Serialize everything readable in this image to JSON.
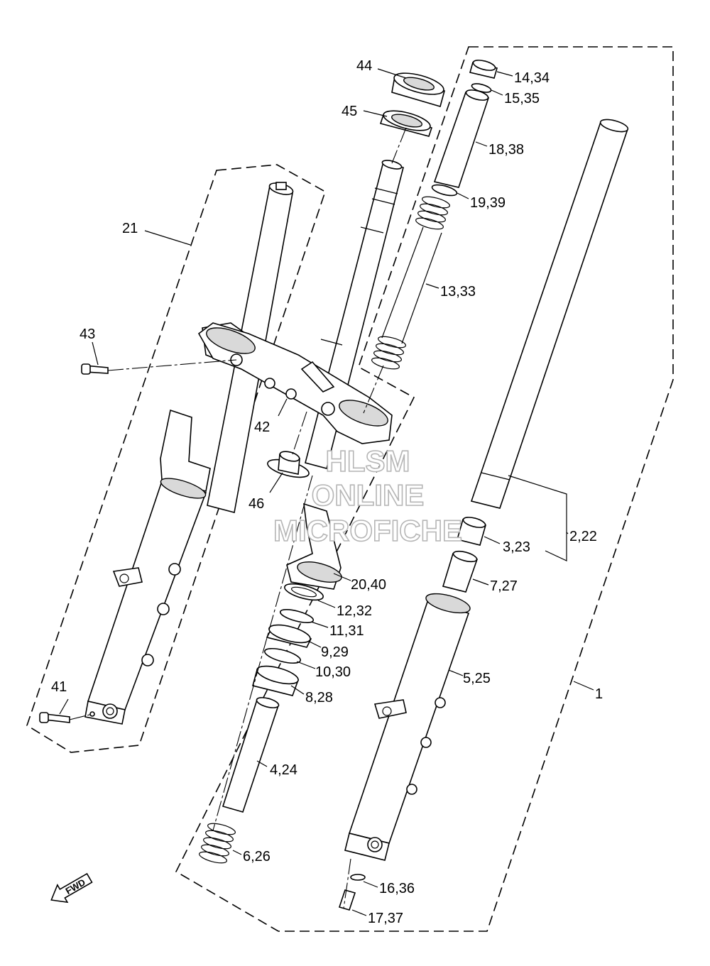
{
  "labels": {
    "p1": "1",
    "p2_22": "2,22",
    "p3_23": "3,23",
    "p4_24": "4,24",
    "p5_25": "5,25",
    "p6_26": "6,26",
    "p7_27": "7,27",
    "p8_28": "8,28",
    "p9_29": "9,29",
    "p10_30": "10,30",
    "p11_31": "11,31",
    "p12_32": "12,32",
    "p13_33": "13,33",
    "p14_34": "14,34",
    "p15_35": "15,35",
    "p16_36": "16,36",
    "p17_37": "17,37",
    "p18_38": "18,38",
    "p19_39": "19,39",
    "p20_40": "20,40",
    "p21": "21",
    "p41": "41",
    "p42": "42",
    "p43": "43",
    "p44": "44",
    "p45": "45",
    "p46": "46"
  },
  "watermark": {
    "line1": "HLSM",
    "line2": "ONLINE",
    "line3": "MICROFICHE"
  },
  "direction_badge": "FWD"
}
